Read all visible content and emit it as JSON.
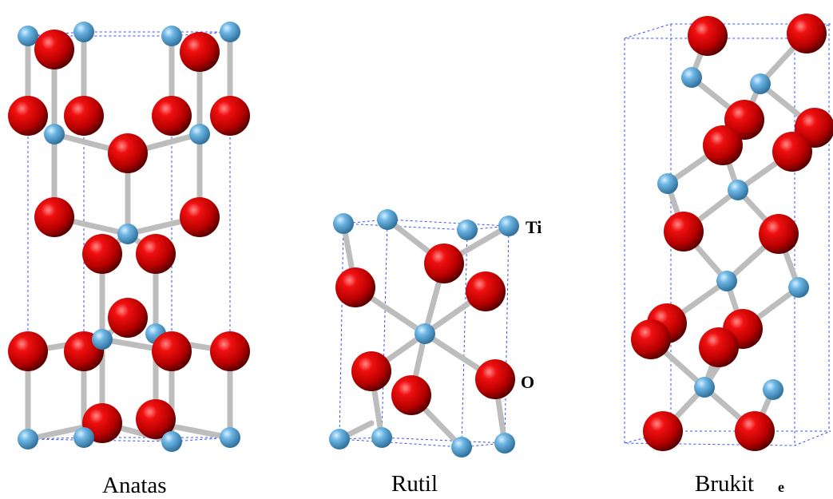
{
  "figure": {
    "structures": [
      {
        "name": "Anatas"
      },
      {
        "name": "Rutil"
      },
      {
        "name": "Brukit"
      }
    ],
    "atom_labels": {
      "ti": "Ti",
      "o": "O"
    },
    "stray_mark": "e",
    "colors": {
      "titanium": "#5aa6d6",
      "oxygen": "#d10000",
      "bond": "#c8c8c8",
      "cell_edge": "#3b4fff"
    }
  }
}
